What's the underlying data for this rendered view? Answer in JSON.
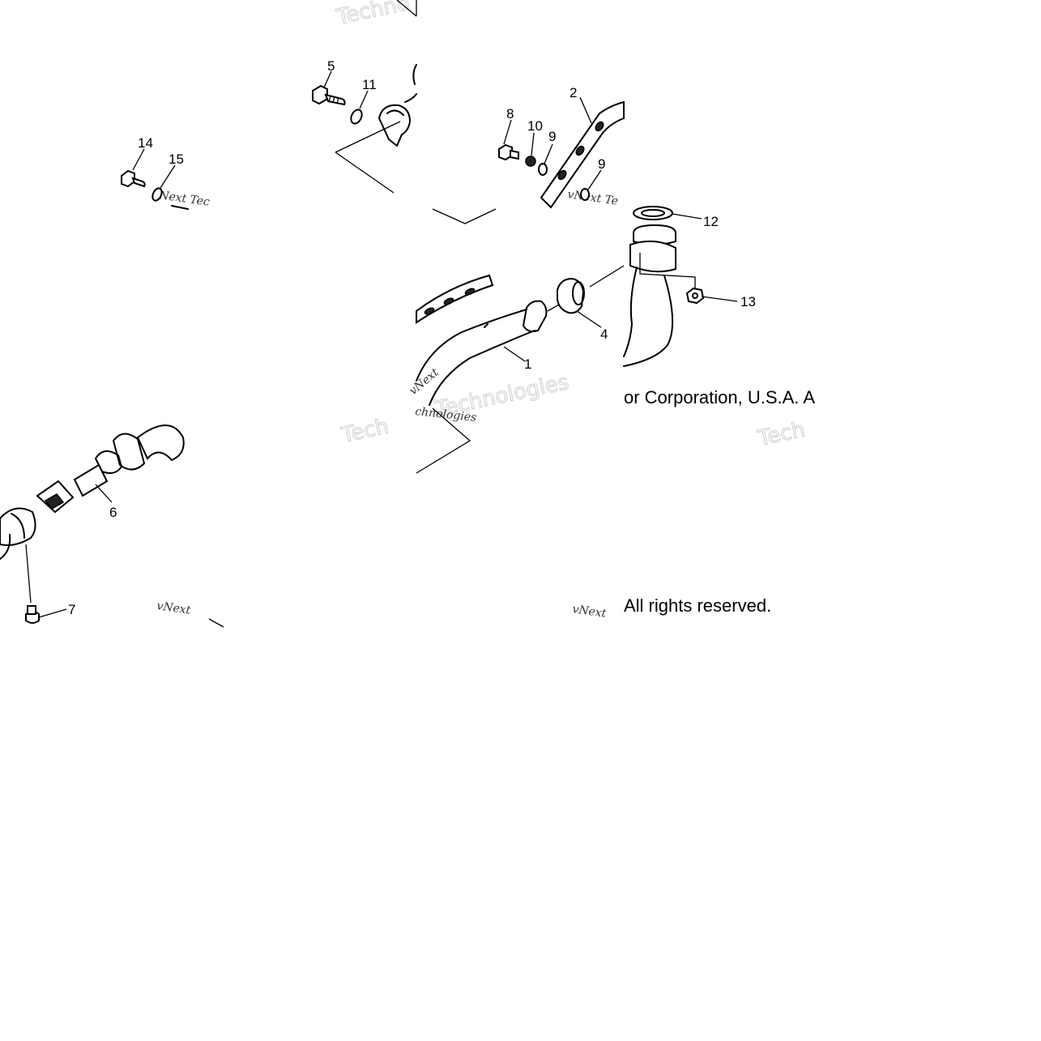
{
  "callouts": {
    "c1": "1",
    "c2": "2",
    "c4": "4",
    "c5": "5",
    "c6": "6",
    "c7": "7",
    "c8": "8",
    "c9a": "9",
    "c9b": "9",
    "c10": "10",
    "c11": "11",
    "c12": "12",
    "c13": "13",
    "c14": "14",
    "c15": "15"
  },
  "footer": {
    "copyright": "or Corporation, U.S.A. A",
    "rights": "All rights reserved."
  },
  "watermarks": {
    "tech_a": "Techno",
    "tech_b": "Tech",
    "tech_c": "Tech",
    "technologies": "Technologies",
    "vnext_a": "vNext Tec",
    "vnext_b": "vNext Te",
    "vnext_c": "vNext",
    "vnext_d": "vNext",
    "vnext_e": "vNext",
    "chnologies": "chnologies"
  }
}
